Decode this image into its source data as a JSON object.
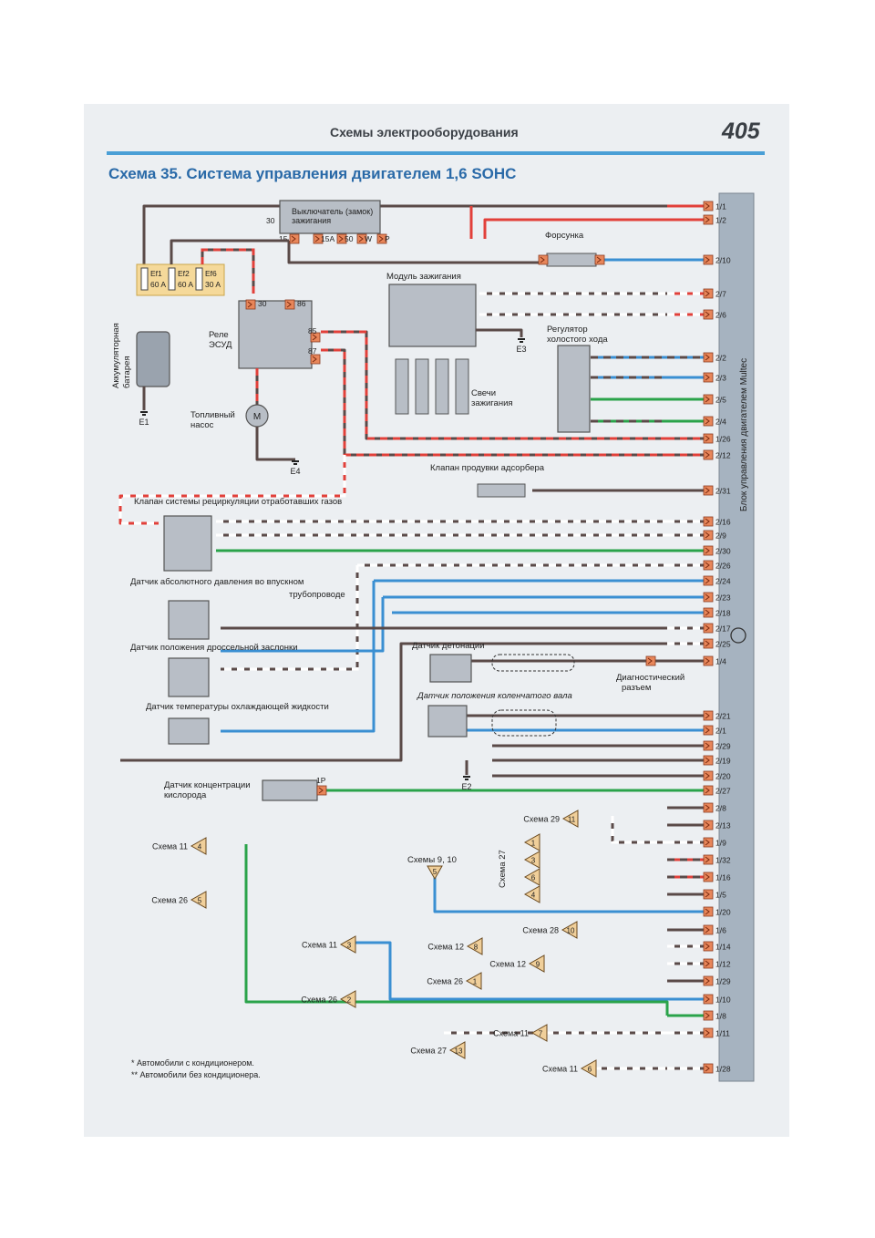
{
  "header": {
    "section_title": "Схемы электрооборудования",
    "page_number": "405"
  },
  "title": "Схема 35. Система управления двигателем 1,6 SOHC",
  "ecu_label": "Блок управления двигателем Multec",
  "colors": {
    "red": "#e2403a",
    "blue": "#3a8fd2",
    "green": "#2aa34a",
    "dark": "#5a4a48",
    "ecu": "#a6b3c0",
    "pin": "#e8865a"
  },
  "labels": {
    "ignition_switch": [
      "Выключатель (замок)",
      "зажигания"
    ],
    "ign_pins": [
      "30",
      "15",
      "15A",
      "50",
      "W",
      "P"
    ],
    "injector": "Форсунка",
    "ignition_module": "Модуль зажигания",
    "relay": [
      "Реле",
      "ЭСУД"
    ],
    "relay_pins": [
      "30",
      "86",
      "85",
      "87"
    ],
    "fuses": [
      "Ef1",
      "60 A",
      "Ef2",
      "60 A",
      "Ef6",
      "30 A"
    ],
    "battery": [
      "Аккумуляторная",
      "батарея"
    ],
    "idle_regulator": [
      "Регулятор",
      "холостого хода"
    ],
    "spark_plugs": [
      "Свечи",
      "зажигания"
    ],
    "fuel_pump": [
      "Топливный",
      "насос"
    ],
    "canister_valve": "Клапан продувки адсорбера",
    "egr_valve": "Клапан системы рециркуляции отработавших газов",
    "map_sensor": [
      "Датчик абсолютного давления во впускном",
      "трубопроводе"
    ],
    "tps": "Датчик положения дроссельной заслонки",
    "knock_sensor": "Датчик детонации",
    "diag_connector": [
      "Диагностический",
      "разъем"
    ],
    "ckp_sensor": "Датчик положения коленчатого вала",
    "ect_sensor": "Датчик температуры охлаждающей жидкости",
    "o2_sensor": [
      "Датчик концентрации",
      "кислорода"
    ],
    "grounds": [
      "E1",
      "E2",
      "E3",
      "E4"
    ],
    "scheme_27": "Схема 27",
    "schemes_9_10": "Схемы 9, 10"
  },
  "ecu_pins": [
    "1/1",
    "1/2",
    "2/10",
    "2/7",
    "2/6",
    "2/2",
    "2/3",
    "2/5",
    "2/4",
    "1/26",
    "2/12",
    "2/31",
    "2/16",
    "2/9",
    "2/30",
    "2/26",
    "2/24",
    "2/23",
    "2/18",
    "2/17",
    "2/25",
    "1/4",
    "2/21",
    "2/1",
    "2/29",
    "2/19",
    "2/20",
    "2/27",
    "2/8",
    "2/13",
    "1/9",
    "1/32",
    "1/16",
    "1/5",
    "1/20",
    "1/6",
    "1/14",
    "1/12",
    "1/29",
    "1/10",
    "1/8",
    "1/11",
    "1/28"
  ],
  "references": [
    {
      "label": "Схема 11",
      "num": "4"
    },
    {
      "label": "Схема 26",
      "num": "5"
    },
    {
      "label": "Схема 11",
      "num": "3"
    },
    {
      "label": "Схема 26",
      "num": "2"
    },
    {
      "label": "Схема 29",
      "num": "11"
    },
    {
      "label": "Схема 28",
      "num": "10"
    },
    {
      "label": "Схема 12",
      "num": "8"
    },
    {
      "label": "Схема 12",
      "num": "9"
    },
    {
      "label": "Схема 26",
      "num": "1"
    },
    {
      "label": "Схема 11",
      "num": "7"
    },
    {
      "label": "Схема 27",
      "num": "13"
    },
    {
      "label": "Схема 11",
      "num": "6"
    }
  ],
  "scheme27_nums": [
    "1",
    "3",
    "6",
    "4"
  ],
  "footnotes": [
    "* Автомобили с кондиционером.",
    "** Автомобили без кондиционера."
  ]
}
